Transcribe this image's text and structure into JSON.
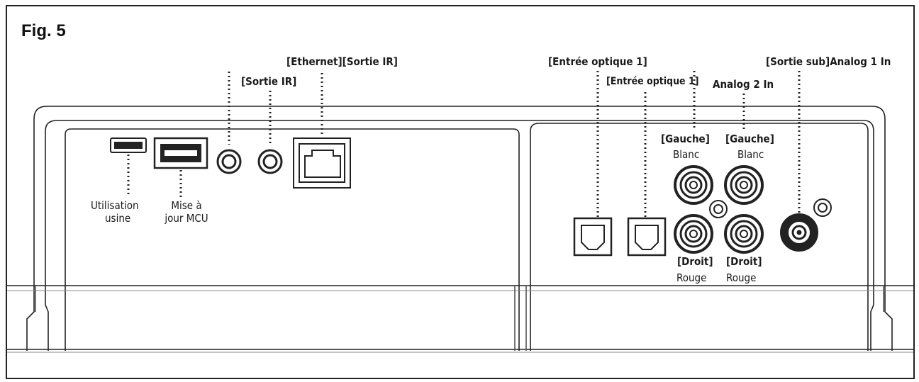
{
  "figure": {
    "title": "Fig. 5"
  },
  "labels": {
    "ethernet_sortie_ir": "[Ethernet][Sortie IR]",
    "sortie_ir": "[Sortie IR]",
    "entree_optique_1_a": "[Entrée optique 1]",
    "entree_optique_1_b": "[Entrée optique 1]",
    "sortie_sub_analog_1_in": "[Sortie sub]Analog 1 In",
    "analog_2_in": "Analog 2 In",
    "gauche_1": "[Gauche]",
    "blanc_1": "Blanc",
    "gauche_2": "[Gauche]",
    "blanc_2": "Blanc",
    "droit_1": "[Droit]",
    "rouge_1": "Rouge",
    "droit_2": "[Droit]",
    "rouge_2": "Rouge",
    "utilisation_line1": "Utilisation",
    "utilisation_line2": "usine",
    "mise_line1": "Mise à",
    "mise_line2": "jour MCU"
  }
}
